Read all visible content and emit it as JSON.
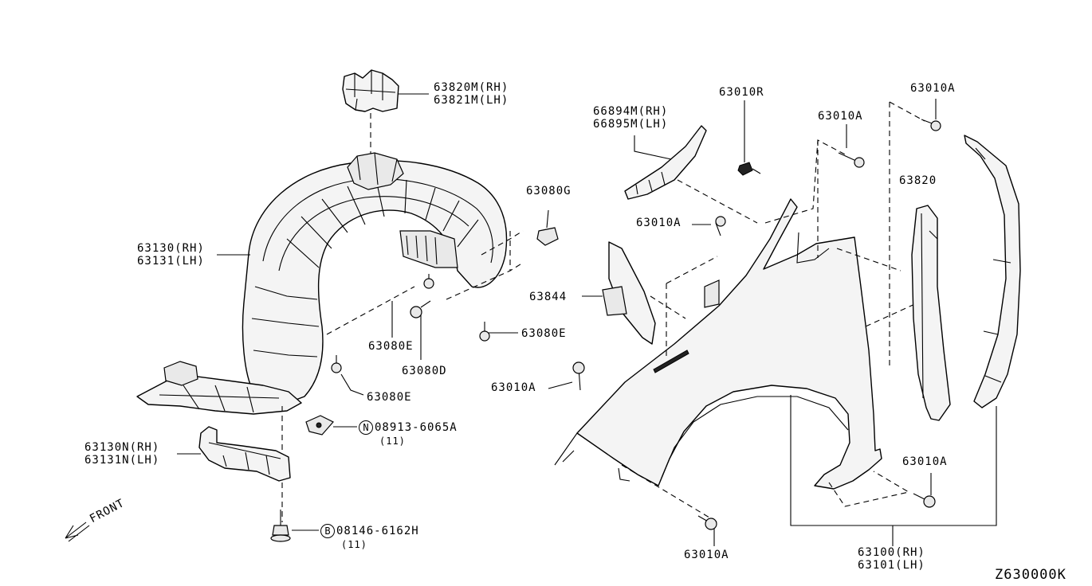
{
  "diagram_id": "Z630000K",
  "front_label": "FRONT",
  "parts": {
    "bracket_top": [
      "63820M(RH)",
      "63821M(LH)"
    ],
    "liner": [
      "63130(RH)",
      "63131(LH)"
    ],
    "liner_lower": [
      "63130N(RH)",
      "63131N(LH)"
    ],
    "clip_g": "63080G",
    "clip_e1": "63080E",
    "clip_e2": "63080E",
    "clip_e3": "63080E",
    "clip_d": "63080D",
    "nut": {
      "badge": "N",
      "number": "08913-6065A",
      "qty": "(11)"
    },
    "bolt": {
      "badge": "B",
      "number": "08146-6162H",
      "qty": "(11)"
    },
    "seal_strip": [
      "66894M(RH)",
      "66895M(LH)"
    ],
    "clip_r": "63010R",
    "bolt_a1": "63010A",
    "bolt_a2": "63010A",
    "bolt_a3": "63010A",
    "bolt_a4": "63010A",
    "bolt_a5": "63010A",
    "bolt_a6": "63010A",
    "bracket_side": "63844",
    "cover": "63820",
    "fender": [
      "63100(RH)",
      "63101(LH)"
    ]
  }
}
